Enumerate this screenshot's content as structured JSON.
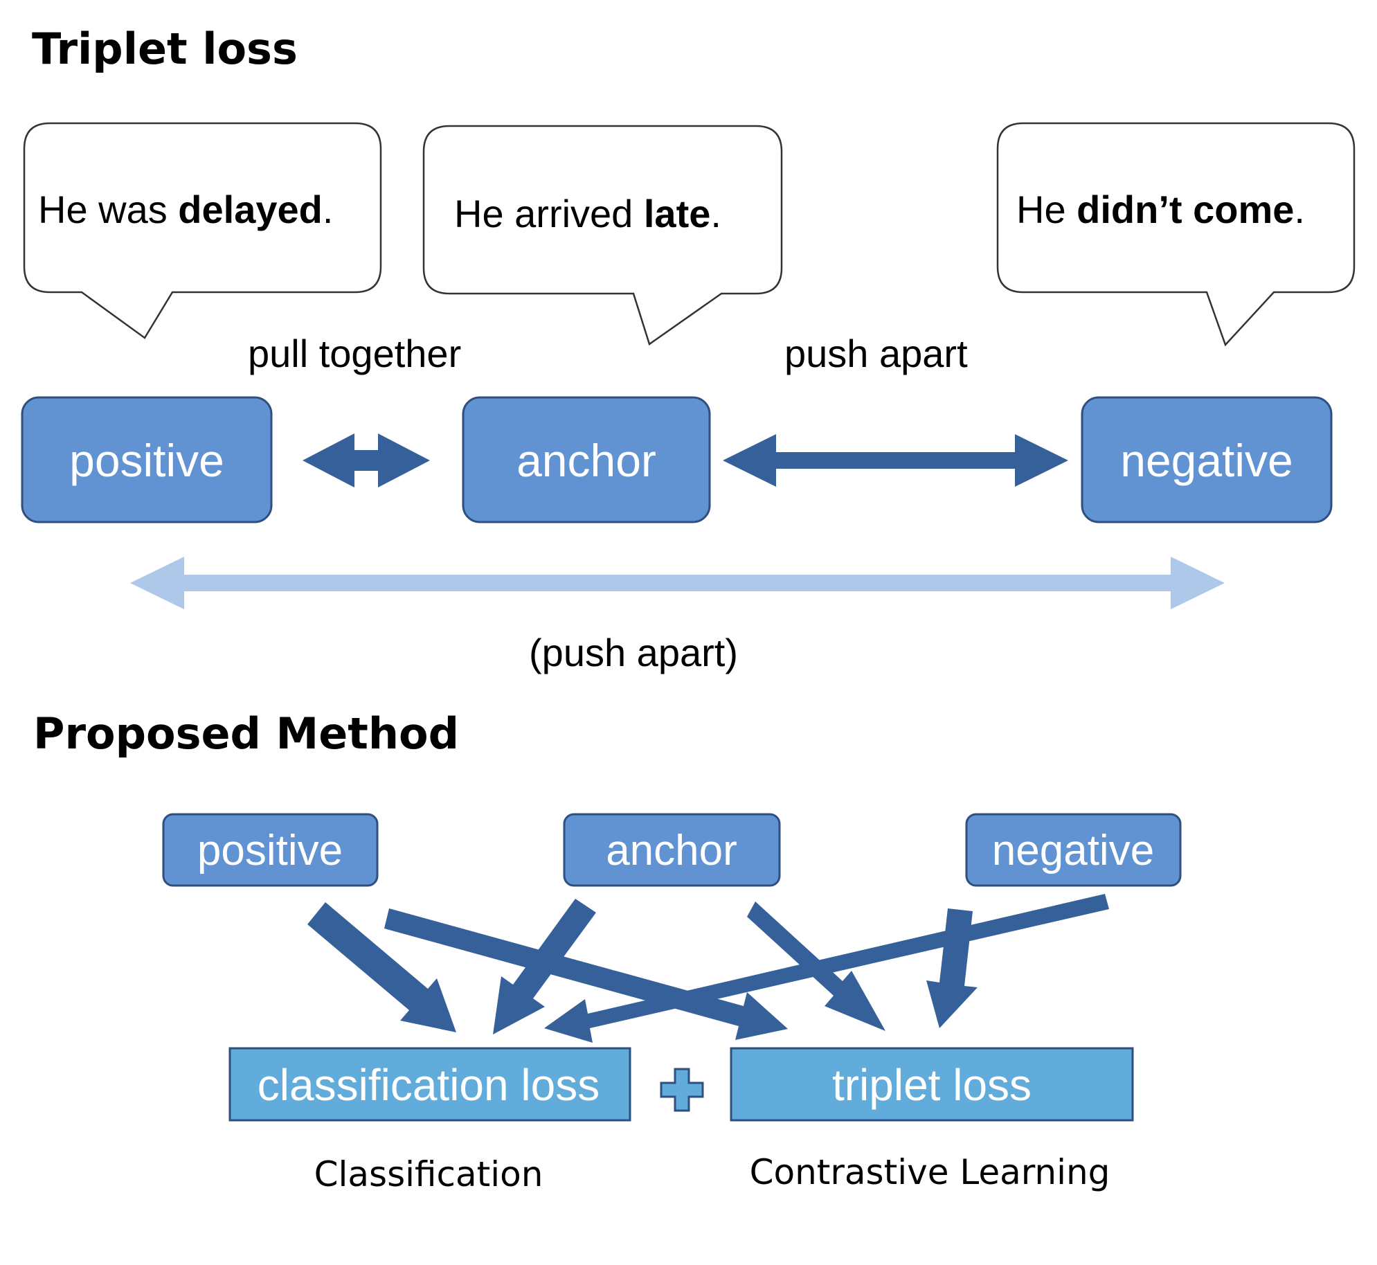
{
  "triplet": {
    "title": "Triplet loss",
    "bubbles": {
      "positive": {
        "pre": "He was ",
        "bold": "delayed",
        "post": "."
      },
      "anchor": {
        "pre": "He arrived ",
        "bold": "late",
        "post": "."
      },
      "negative": {
        "pre": "He ",
        "bold": "didn’t come",
        "post": "."
      }
    },
    "boxes": {
      "positive": "positive",
      "anchor": "anchor",
      "negative": "negative"
    },
    "labels": {
      "pull_together": "pull together",
      "push_apart": "push apart",
      "push_apart_far": "(push apart)"
    }
  },
  "method": {
    "title": "Proposed Method",
    "boxes": {
      "positive": "positive",
      "anchor": "anchor",
      "negative": "negative"
    },
    "losses": {
      "classification": "classification loss",
      "triplet": "triplet loss"
    },
    "plus": "+",
    "captions": {
      "classification": "Classification",
      "contrastive": "Contrastive Learning"
    }
  },
  "colors": {
    "box_fill": "#6193d3",
    "box_stroke": "#2f4f7f",
    "arrow_dark": "#35609a",
    "arrow_light": "#adc8e8",
    "loss_fill": "#62acdc"
  }
}
